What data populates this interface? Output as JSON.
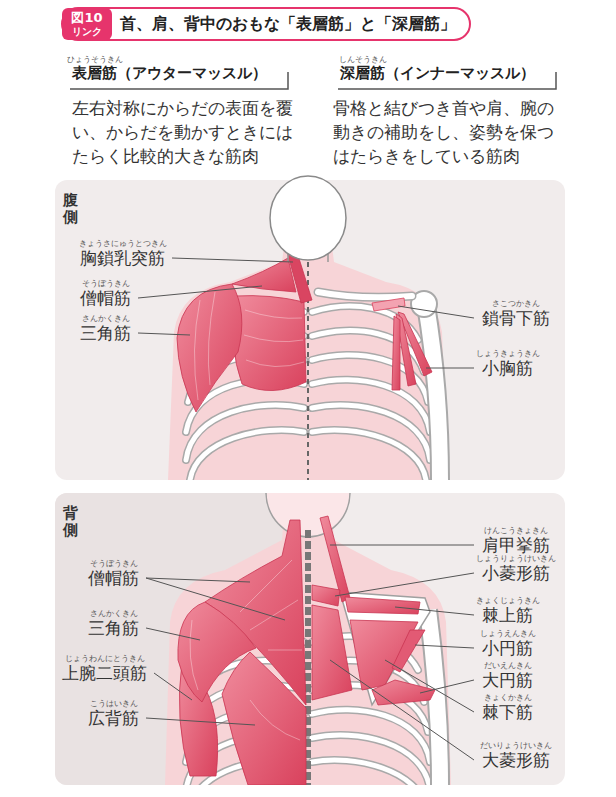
{
  "diagram": {
    "title": "首、肩、背中のおもな「表層筋」と「深層筋」",
    "nodes": [
      {
        "text": [
          "図10",
          "リンク"
        ]
      },
      {
        "text": [
          "腹側"
        ]
      },
      {
        "text": [
          "背側"
        ]
      }
    ],
    "labels": [
      "ひょうそうきん",
      "表層筋（アウターマッスル）",
      "左右対称にからだの表面を覆い、からだを動かすときにはたらく比較的大きな筋肉",
      "しんそうきん",
      "深層筋（インナーマッスル）",
      "骨格と結びつき首や肩、腕の動きの補助をし、姿勢を保つはたらきをしている筋肉",
      "きょうさにゅうとつきん",
      "胸鎖乳突筋",
      "そうぼうきん",
      "僧帽筋",
      "さんかくきん",
      "三角筋",
      "さこつかきん",
      "鎖骨下筋",
      "しょうきょうきん",
      "小胸筋",
      "そうぼうきん",
      "僧帽筋",
      "さんかくきん",
      "三角筋",
      "じょうわんにとうきん",
      "上腕二頭筋",
      "こうはいきん",
      "広背筋",
      "けんこうきょきん",
      "肩甲挙筋",
      "しょうりょうけいきん",
      "小菱形筋",
      "きょくじょうきん",
      "棘上筋",
      "しょうえんきん",
      "小円筋",
      "だいえんきん",
      "大円筋",
      "きょくかきん",
      "棘下筋",
      "だいりょうけいきん",
      "大菱形筋"
    ]
  }
}
